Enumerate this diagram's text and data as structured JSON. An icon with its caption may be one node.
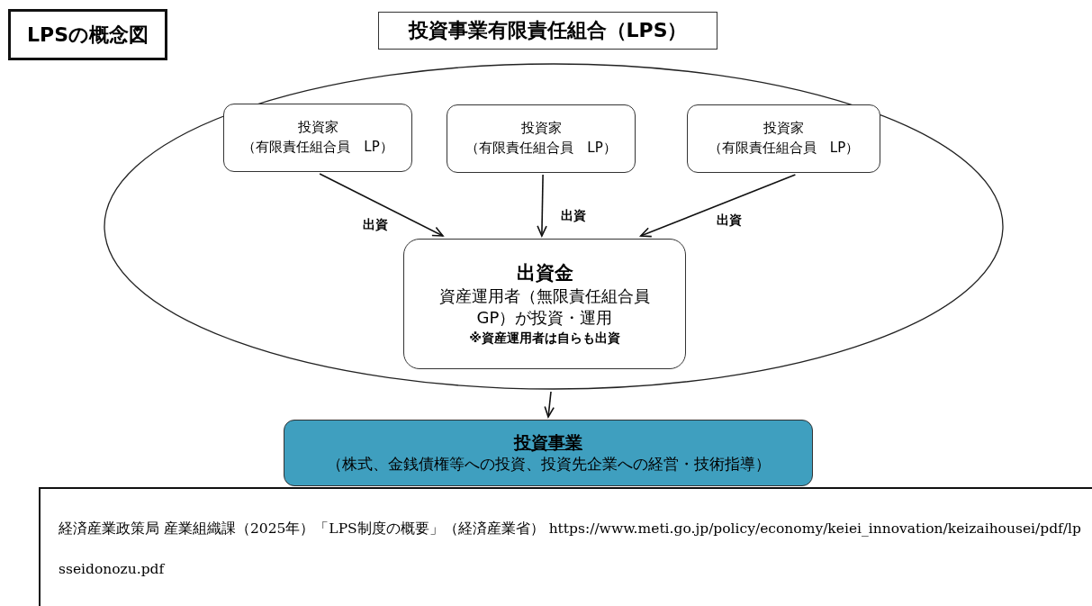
{
  "diagram": {
    "title": "LPSの概念図",
    "caption": "経済産業政策局 産業組織課（2025年）「LPS制度の概要」（経済産業省） https://www.meti.go.jp/policy/economy/keiei_innovation/keizaihousei/pdf/lpsseidonozu.pdf",
    "nodes": [
      {
        "text": [
          "投資事業有限責任組合（LPS）"
        ]
      },
      {
        "text": [
          "投資家",
          "（有限責任組合員　LP）"
        ],
        "in": 0
      },
      {
        "text": [
          "投資家",
          "（有限責任組合員　LP）"
        ],
        "in": 0
      },
      {
        "text": [
          "投資家",
          "（有限責任組合員　LP）"
        ],
        "in": 0
      },
      {
        "text": [
          "出資金",
          "資産運用者（無限責任組合員 GP）が投資・運用",
          "※資産運用者は自らも出資"
        ],
        "in": 0
      },
      {
        "text": [
          "投資事業",
          "（株式、金銭債権等への投資、投資先企業への経営・技術指導）"
        ]
      }
    ],
    "edges": [
      {
        "from": 1,
        "to": 4,
        "arrow": "to",
        "label": "出資"
      },
      {
        "from": 2,
        "to": 4,
        "arrow": "to",
        "label": "出資"
      },
      {
        "from": 3,
        "to": 4,
        "arrow": "to",
        "label": "出資"
      },
      {
        "from": 0,
        "to": 5,
        "arrow": "to"
      }
    ]
  }
}
